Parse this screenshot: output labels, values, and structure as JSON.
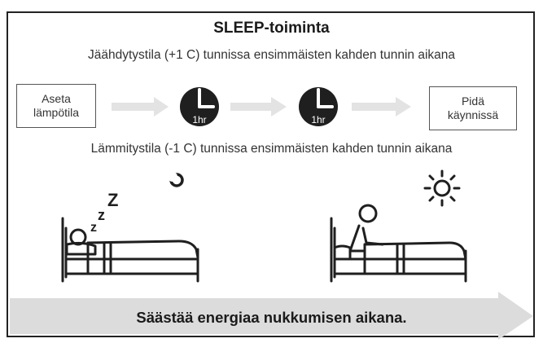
{
  "title": "SLEEP-toiminta",
  "cooling_text": "Jäähdytystila (+1  C) tunnissa ensimmäisten kahden tunnin aikana",
  "heating_text": "Lämmitystila (-1  C) tunnissa ensimmäisten kahden tunnin aikana",
  "set_temperature_box": "Aseta\nlämpötila",
  "keep_running_box": "Pidä\nkäynnissä",
  "timer_label_1": "1hr",
  "timer_label_2": "1hr",
  "zzz": [
    "z",
    "z",
    "Z"
  ],
  "footer_text": "Säästää energiaa nukkumisen aikana.",
  "colors": {
    "arrow": "#e3e3e3",
    "ink": "#1f1f1f",
    "footer_arrow": "#dadada"
  },
  "icons": [
    "clock-icon",
    "moon-icon",
    "sun-icon",
    "sleeping-person-icon",
    "waking-person-icon"
  ]
}
